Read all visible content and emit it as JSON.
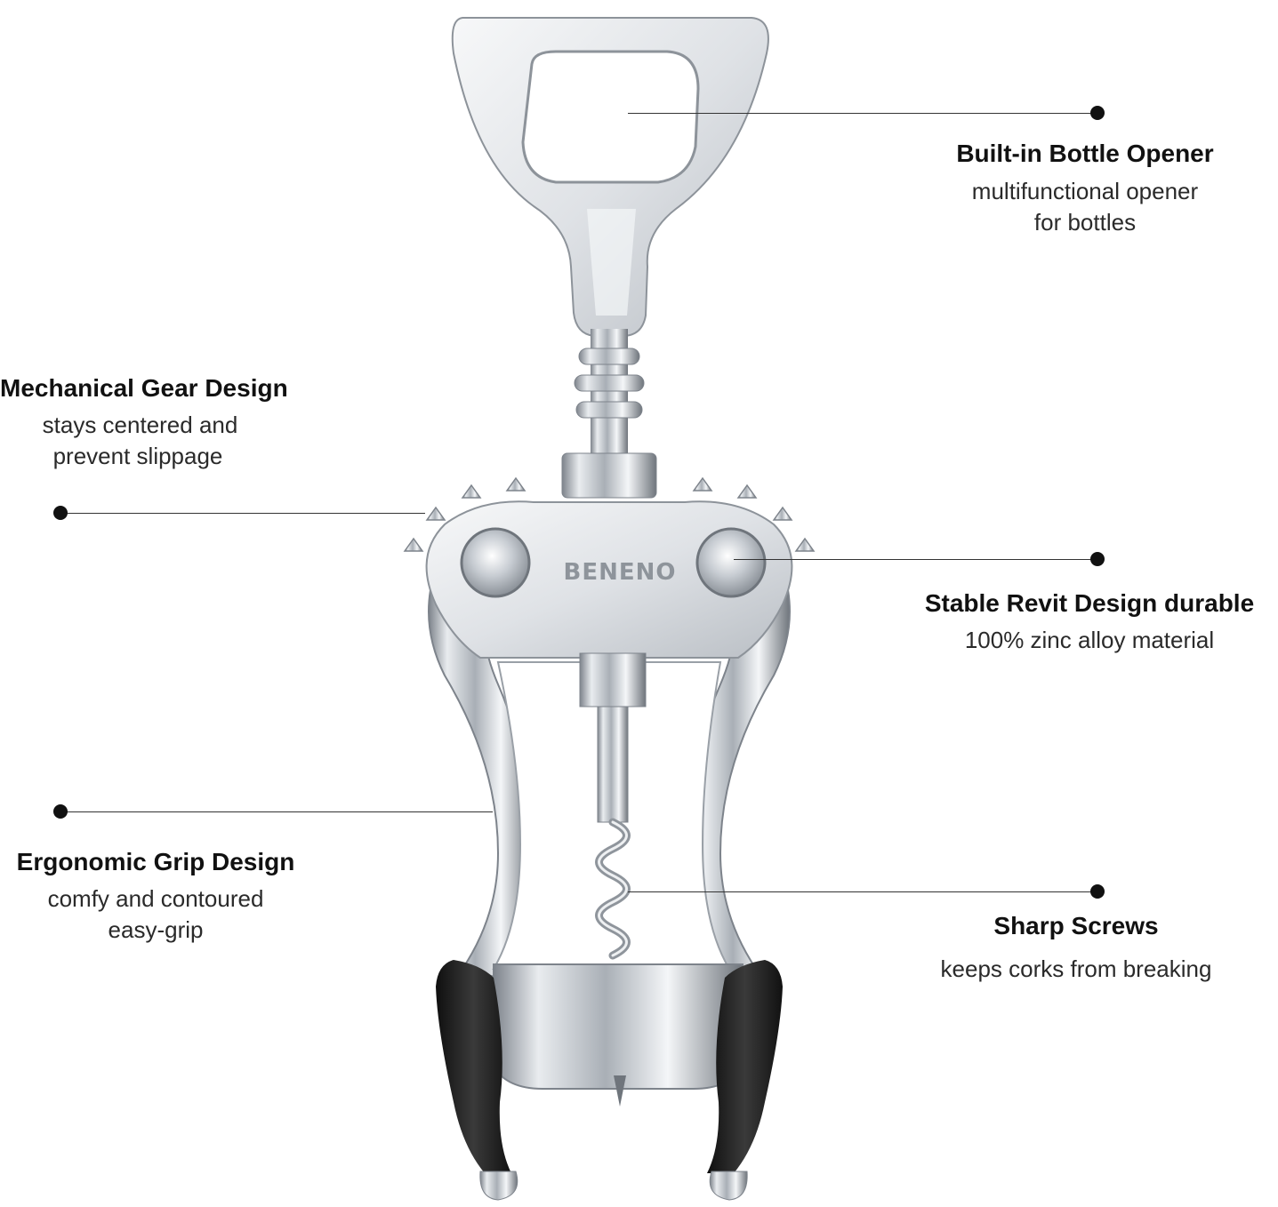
{
  "brand": "BENENO",
  "colors": {
    "background": "#ffffff",
    "text": "#111111",
    "leader": "#333333",
    "chrome": "#c9cdd2",
    "grip": "#1b1b1b"
  },
  "callouts": {
    "bottle_opener": {
      "title": "Built-in Bottle Opener",
      "line1": "multifunctional opener",
      "line2": "for bottles"
    },
    "gear": {
      "title": "Mechanical Gear Design",
      "line1": "stays centered and",
      "line2": "prevent slippage"
    },
    "rivet": {
      "title": "Stable Revit Design  durable",
      "line1": "100% zinc alloy material"
    },
    "grip": {
      "title": "Ergonomic Grip Design",
      "line1": "comfy and contoured",
      "line2": "easy-grip"
    },
    "screw": {
      "title": "Sharp Screws",
      "line1": "keeps corks from breaking"
    }
  }
}
